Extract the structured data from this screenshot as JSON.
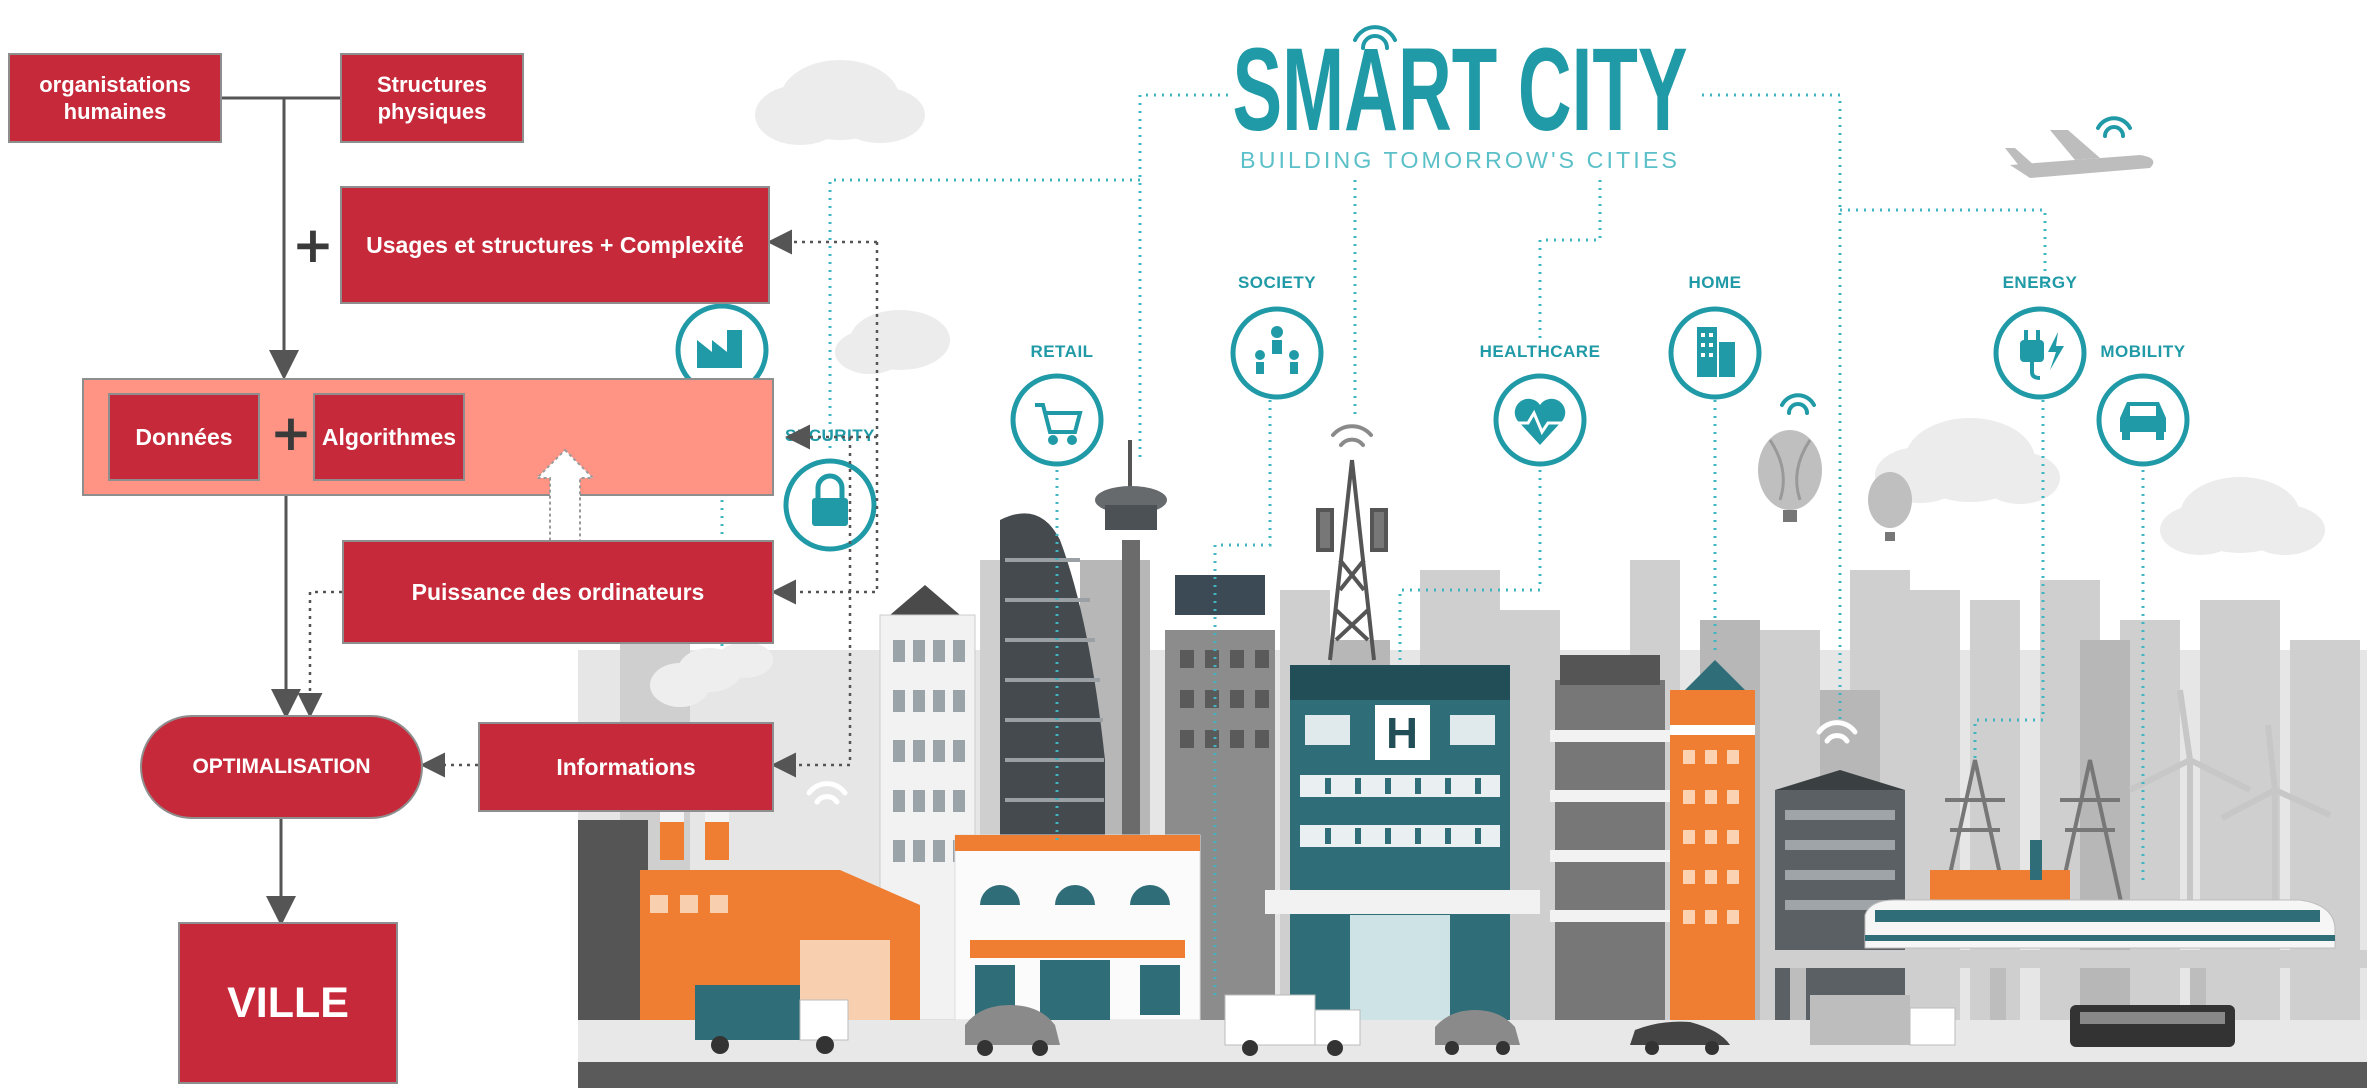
{
  "diagram": {
    "nodes": {
      "organisations": "organistations\nhumaines",
      "structures": "Structures\nphysiques",
      "usages": "Usages et structures + Complexité",
      "donnees": "Données",
      "algorithmes": "Algorithmes",
      "puissance": "Puissance des ordinateurs",
      "informations": "Informations",
      "optimalisation": "OPTIMALISATION",
      "ville": "VILLE"
    },
    "operators": {
      "plus_1": "+",
      "plus_2": "+"
    }
  },
  "illustration": {
    "title": "SMART CITY",
    "subtitle": "BUILDING TOMORROW'S CITIES",
    "categories": {
      "security": "SECURITY",
      "retail": "RETAIL",
      "society": "SOCIETY",
      "healthcare": "HEALTHCARE",
      "home": "HOME",
      "energy": "ENERGY",
      "mobility": "MOBILITY"
    },
    "hospital_sign": "H"
  },
  "colors": {
    "node_red": "#c62a3a",
    "panel_salmon": "#ff9485",
    "teal": "#1f9aa6",
    "orange": "#ef7d32",
    "dark_teal": "#2f6d78"
  }
}
